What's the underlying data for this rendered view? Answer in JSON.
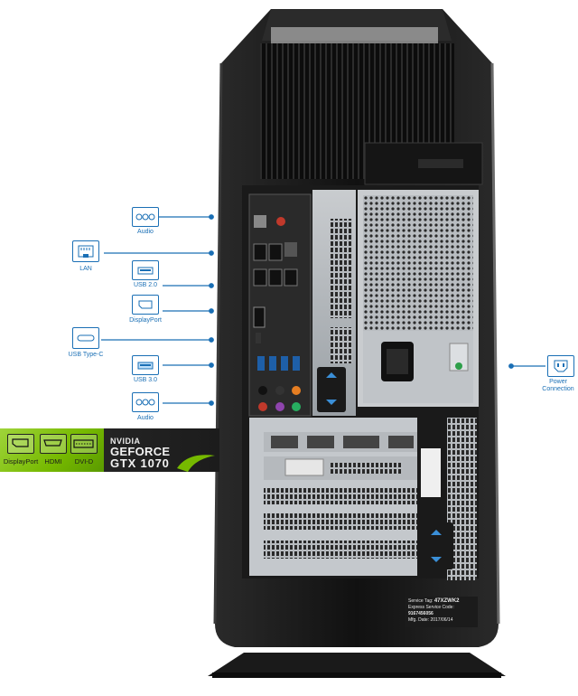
{
  "ports_left": [
    {
      "id": "audio-top",
      "label": "Audio",
      "icon": "audio-jacks-icon"
    },
    {
      "id": "lan",
      "label": "LAN",
      "icon": "lan-port-icon"
    },
    {
      "id": "usb2",
      "label": "USB 2.0",
      "icon": "usb-port-icon"
    },
    {
      "id": "displayport",
      "label": "DisplayPort",
      "icon": "displayport-icon"
    },
    {
      "id": "usbc",
      "label": "USB Type-C",
      "icon": "usb-c-icon"
    },
    {
      "id": "usb3",
      "label": "USB 3.0",
      "icon": "usb-port-icon"
    },
    {
      "id": "audio-bottom",
      "label": "Audio",
      "icon": "audio-jacks-icon"
    }
  ],
  "ports_right": [
    {
      "id": "power",
      "label": "Power Connection",
      "icon": "power-plug-icon"
    }
  ],
  "gpu": {
    "brand": "NVIDIA",
    "line": "GEFORCE",
    "model": "GTX 1070",
    "outputs": [
      "DisplayPort",
      "HDMI",
      "DVI-D"
    ]
  },
  "sticker": {
    "service_tag_label": "Service Tag:",
    "service_tag": "47XZWK2",
    "code_label": "Express Service Code:",
    "code": "9167456056",
    "mfg_label": "Mfg. Date:",
    "mfg": "2017/06/14"
  },
  "colors": {
    "accent": "#1a6fb5",
    "nvidia_green": "#76b900",
    "chassis": "#1e1e1e"
  }
}
